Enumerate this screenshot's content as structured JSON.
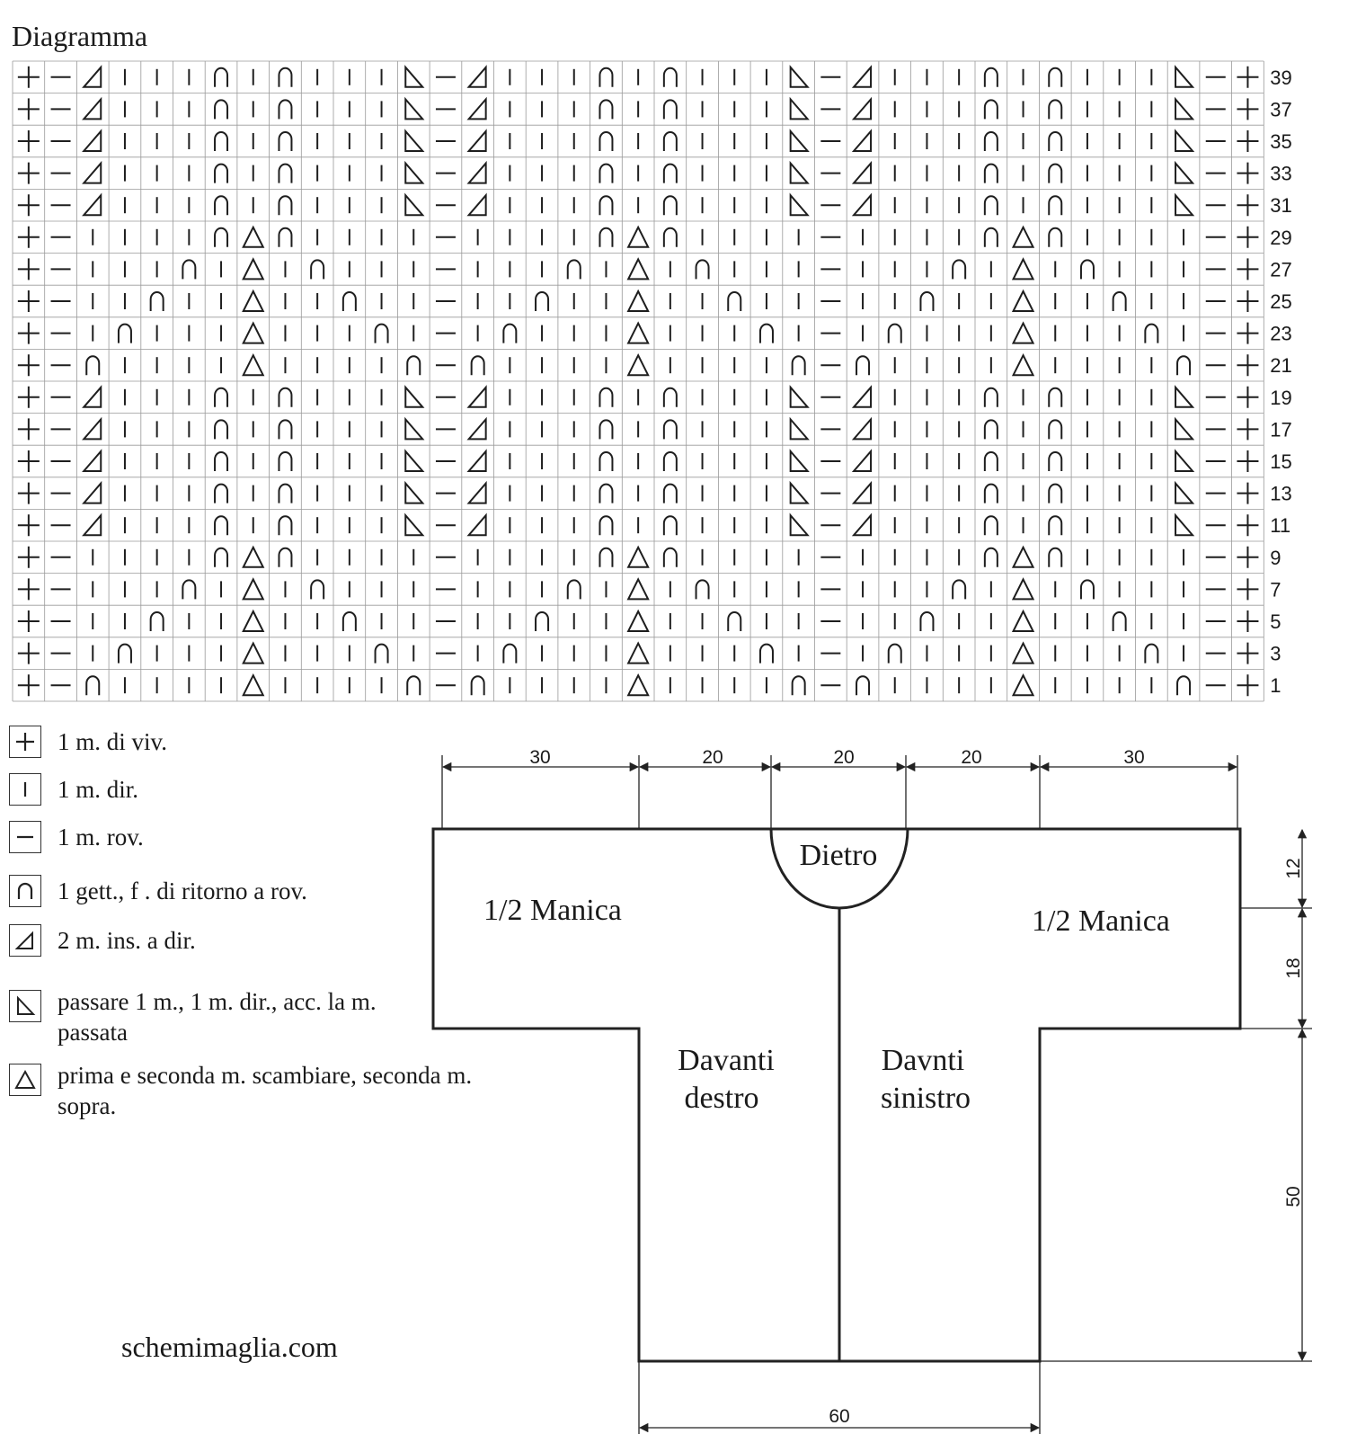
{
  "chart_title": "Diagramma",
  "legend": [
    {
      "symbol": "selvage",
      "icon": "plus-icon",
      "text": "1 m. di viv."
    },
    {
      "symbol": "knit",
      "icon": "vertical-bar-icon",
      "text": "1 m. dir."
    },
    {
      "symbol": "purl",
      "icon": "dash-icon",
      "text": "1 m. rov."
    },
    {
      "symbol": "yarn_over",
      "icon": "arch-icon",
      "text": "1 gett., f . di ritorno a rov."
    },
    {
      "symbol": "k2tog",
      "icon": "right-lean-triangle-icon",
      "text": "2 m. ins. a dir."
    },
    {
      "symbol": "skp",
      "icon": "left-lean-triangle-icon",
      "text": "passare 1 m., 1 m. dir., acc. la m. passata"
    },
    {
      "symbol": "cross",
      "icon": "triangle-icon",
      "text": "prima e seconda m. scambiare, seconda m. sopra."
    }
  ],
  "stitch_chart": {
    "columns": 39,
    "row_numbers": [
      "39",
      "37",
      "35",
      "33",
      "31",
      "29",
      "27",
      "25",
      "23",
      "21",
      "19",
      "17",
      "15",
      "13",
      "11",
      "9",
      "7",
      "5",
      "3",
      "1"
    ],
    "codes": {
      "+": "selvage",
      "-": "purl",
      "|": "knit",
      "o": "yarn_over",
      "/": "k2tog",
      "\\": "skp",
      "^": "cross"
    },
    "rows": [
      "+-/|||o|o|||\\-/|||o|o|||\\-/|||o|o|||\\-+",
      "+-/|||o|o|||\\-/|||o|o|||\\-/|||o|o|||\\-+",
      "+-/|||o|o|||\\-/|||o|o|||\\-/|||o|o|||\\-+",
      "+-/|||o|o|||\\-/|||o|o|||\\-/|||o|o|||\\-+",
      "+-/|||o|o|||\\-/|||o|o|||\\-/|||o|o|||\\-+",
      "+-||||o^o||||-||||o^o||||-||||o^o||||-+",
      "+-|||o|^|o|||-|||o|^|o|||-|||o|^|o|||-+",
      "+-||o||^||o||-||o||^||o||-||o||^||o||-+",
      "+-|o|||^|||o|-|o|||^|||o|-|o|||^|||o|-+",
      "+-o||||^||||o-o||||^||||o-o||||^||||o-+",
      "+-/|||o|o|||\\-/|||o|o|||\\-/|||o|o|||\\-+",
      "+-/|||o|o|||\\-/|||o|o|||\\-/|||o|o|||\\-+",
      "+-/|||o|o|||\\-/|||o|o|||\\-/|||o|o|||\\-+",
      "+-/|||o|o|||\\-/|||o|o|||\\-/|||o|o|||\\-+",
      "+-/|||o|o|||\\-/|||o|o|||\\-/|||o|o|||\\-+",
      "+-||||o^o||||-||||o^o||||-||||o^o||||-+",
      "+-|||o|^|o|||-|||o|^|o|||-|||o|^|o|||-+",
      "+-||o||^||o||-||o||^||o||-||o||^||o||-+",
      "+-|o|||^|||o|-|o|||^|||o|-|o|||^|||o|-+",
      "+-o||||^||||o-o||||^||||o-o||||^||||o-+"
    ]
  },
  "schema": {
    "pieces": {
      "left_sleeve": "1/2 Manica",
      "right_sleeve": "1/2 Manica",
      "back": "Dietro",
      "front_right": [
        "Davanti",
        "destro"
      ],
      "front_left": [
        "Davnti",
        "sinistro"
      ]
    },
    "top_dims": [
      "30",
      "20",
      "20",
      "20",
      "30"
    ],
    "right_dims": [
      "12",
      "18",
      "50"
    ],
    "bottom_dim": "60"
  },
  "site": "schemimaglia.com"
}
